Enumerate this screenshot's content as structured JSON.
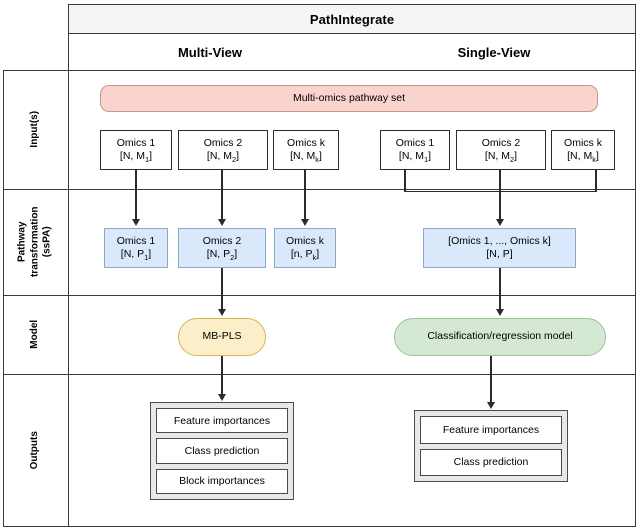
{
  "header": {
    "title": "PathIntegrate"
  },
  "columns": [
    {
      "id": "multi-view",
      "label": "Multi-View"
    },
    {
      "id": "single-view",
      "label": "Single-View"
    }
  ],
  "rows": [
    {
      "id": "inputs",
      "label": "Input(s)"
    },
    {
      "id": "pathway-transformation",
      "label": "Pathway transformation (ssPA)"
    },
    {
      "id": "model",
      "label": "Model"
    },
    {
      "id": "outputs",
      "label": "Outputs"
    }
  ],
  "pathway_set": {
    "label": "Multi-omics pathway set"
  },
  "multi_view": {
    "inputs": [
      {
        "name": "Omics 1",
        "dims_prefix": "[N, M",
        "dims_sub": "1",
        "dims_suffix": "]"
      },
      {
        "name": "Omics 2",
        "dims_prefix": "[N, M",
        "dims_sub": "2",
        "dims_suffix": "]"
      },
      {
        "name": "Omics k",
        "dims_prefix": "[N, M",
        "dims_sub": "k",
        "dims_suffix": "]"
      }
    ],
    "transformed": [
      {
        "name": "Omics 1",
        "dims_prefix": "[N, P",
        "dims_sub": "1",
        "dims_suffix": "]"
      },
      {
        "name": "Omics 2",
        "dims_prefix": "[N, P",
        "dims_sub": "2",
        "dims_suffix": "]"
      },
      {
        "name": "Omics k",
        "dims_prefix": "[n, P",
        "dims_sub": "k",
        "dims_suffix": "]"
      }
    ],
    "model": {
      "label": "MB-PLS"
    },
    "outputs": [
      {
        "label": "Feature importances"
      },
      {
        "label": "Class prediction"
      },
      {
        "label": "Block importances"
      }
    ]
  },
  "single_view": {
    "inputs": [
      {
        "name": "Omics 1",
        "dims_prefix": "[N, M",
        "dims_sub": "1",
        "dims_suffix": "]"
      },
      {
        "name": "Omics 2",
        "dims_prefix": "[N, M",
        "dims_sub": "2",
        "dims_suffix": "]"
      },
      {
        "name": "Omics k",
        "dims_prefix": "[N, M",
        "dims_sub": "k",
        "dims_suffix": "]"
      }
    ],
    "transformed": [
      {
        "name": "[Omics 1, ..., Omics k]",
        "dims_prefix": "[N, P]",
        "dims_sub": "",
        "dims_suffix": ""
      }
    ],
    "model": {
      "label": "Classification/regression model"
    },
    "outputs": [
      {
        "label": "Feature importances"
      },
      {
        "label": "Class prediction"
      }
    ]
  },
  "colors": {
    "pathway_set_fill": "#f8d4cd",
    "pathway_set_stroke": "#c79490",
    "ssPA_fill": "#dae8fc",
    "ssPA_stroke": "#8ea9c8",
    "mbpls_fill": "#fbeec8",
    "mbpls_stroke": "#d6b656",
    "classifier_fill": "#d5e8d4",
    "classifier_stroke": "#9bc39a",
    "header_fill": "#f5f5f5",
    "outputs_group_fill": "#e8e8e8",
    "line": "#2b2b2b"
  }
}
